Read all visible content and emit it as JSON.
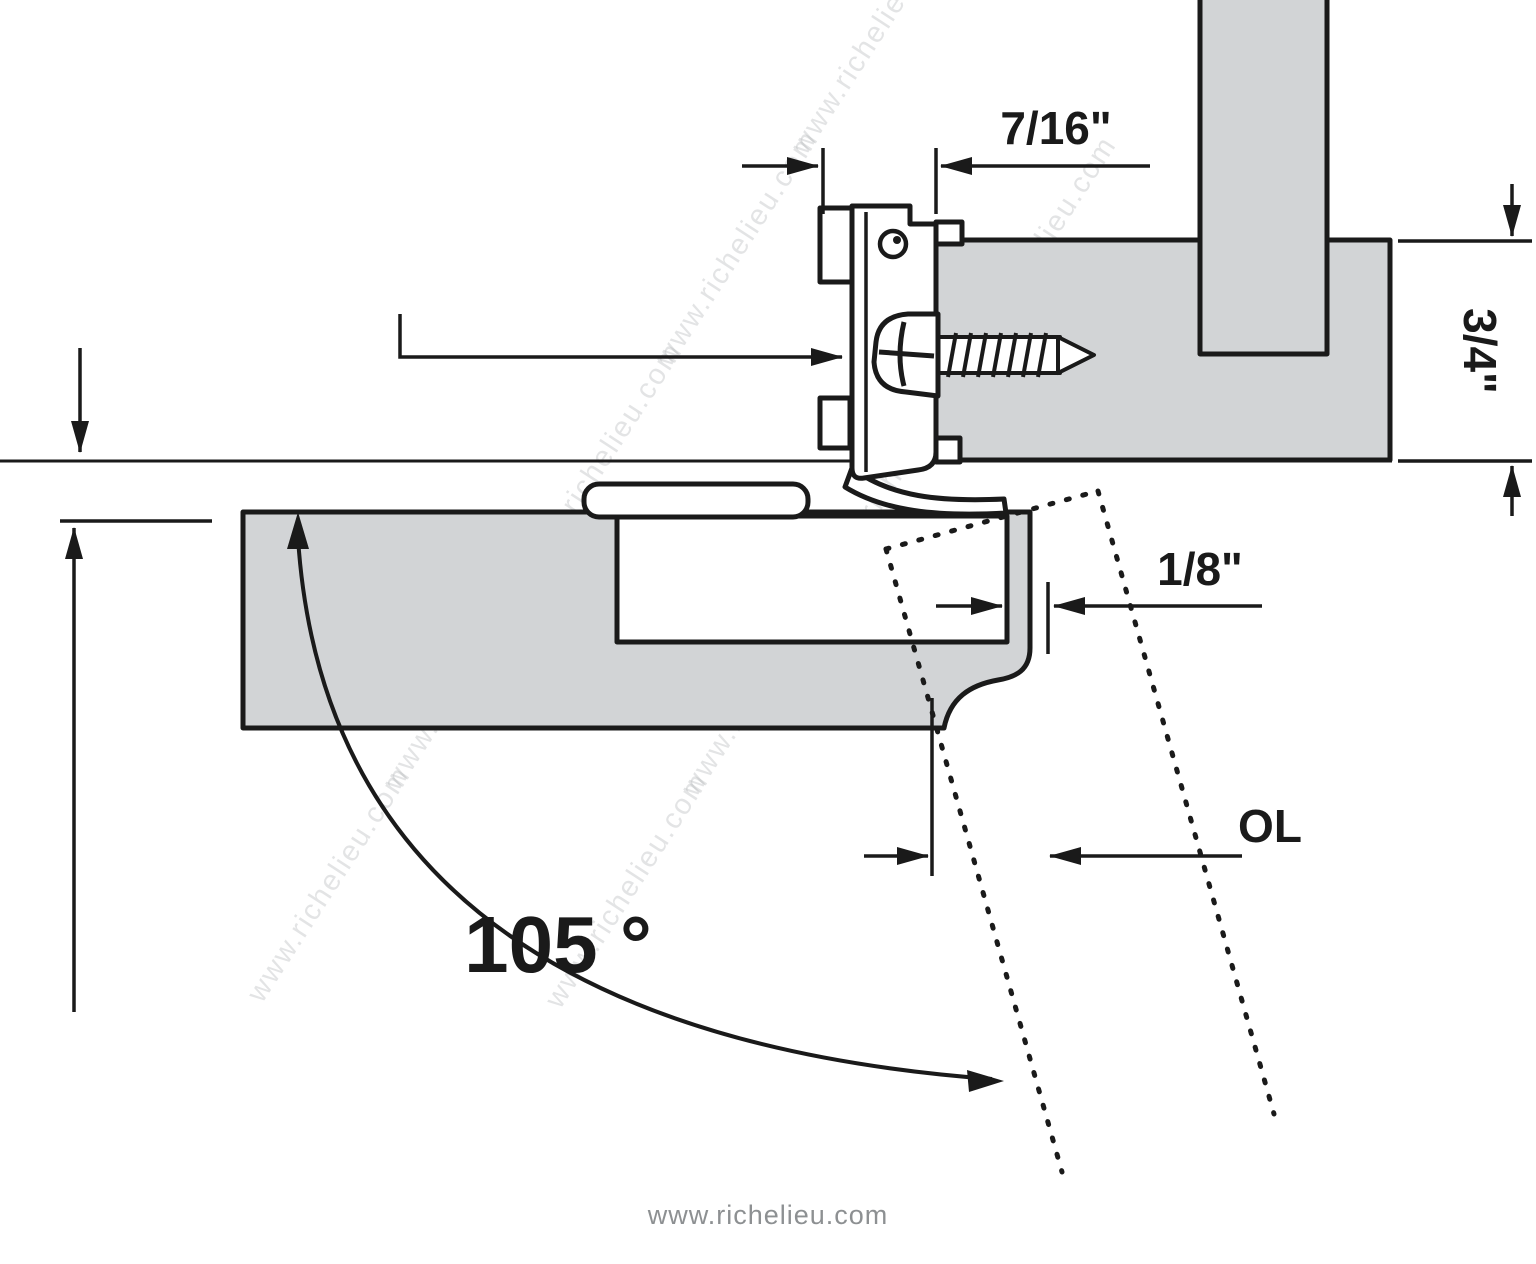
{
  "diagram": {
    "dim_top_offset": "7/16\"",
    "dim_panel_thickness": "3/4\"",
    "dim_reveal": "1/8\"",
    "dim_overlay": "OL",
    "angle_label": "105 °",
    "watermark": "www.richelieu.com",
    "footer_url": "www.richelieu.com",
    "colors": {
      "panel_fill": "#d2d4d6",
      "line": "#1a1a1a",
      "watermark": "#a9adb0",
      "footer": "#8d9092"
    }
  }
}
